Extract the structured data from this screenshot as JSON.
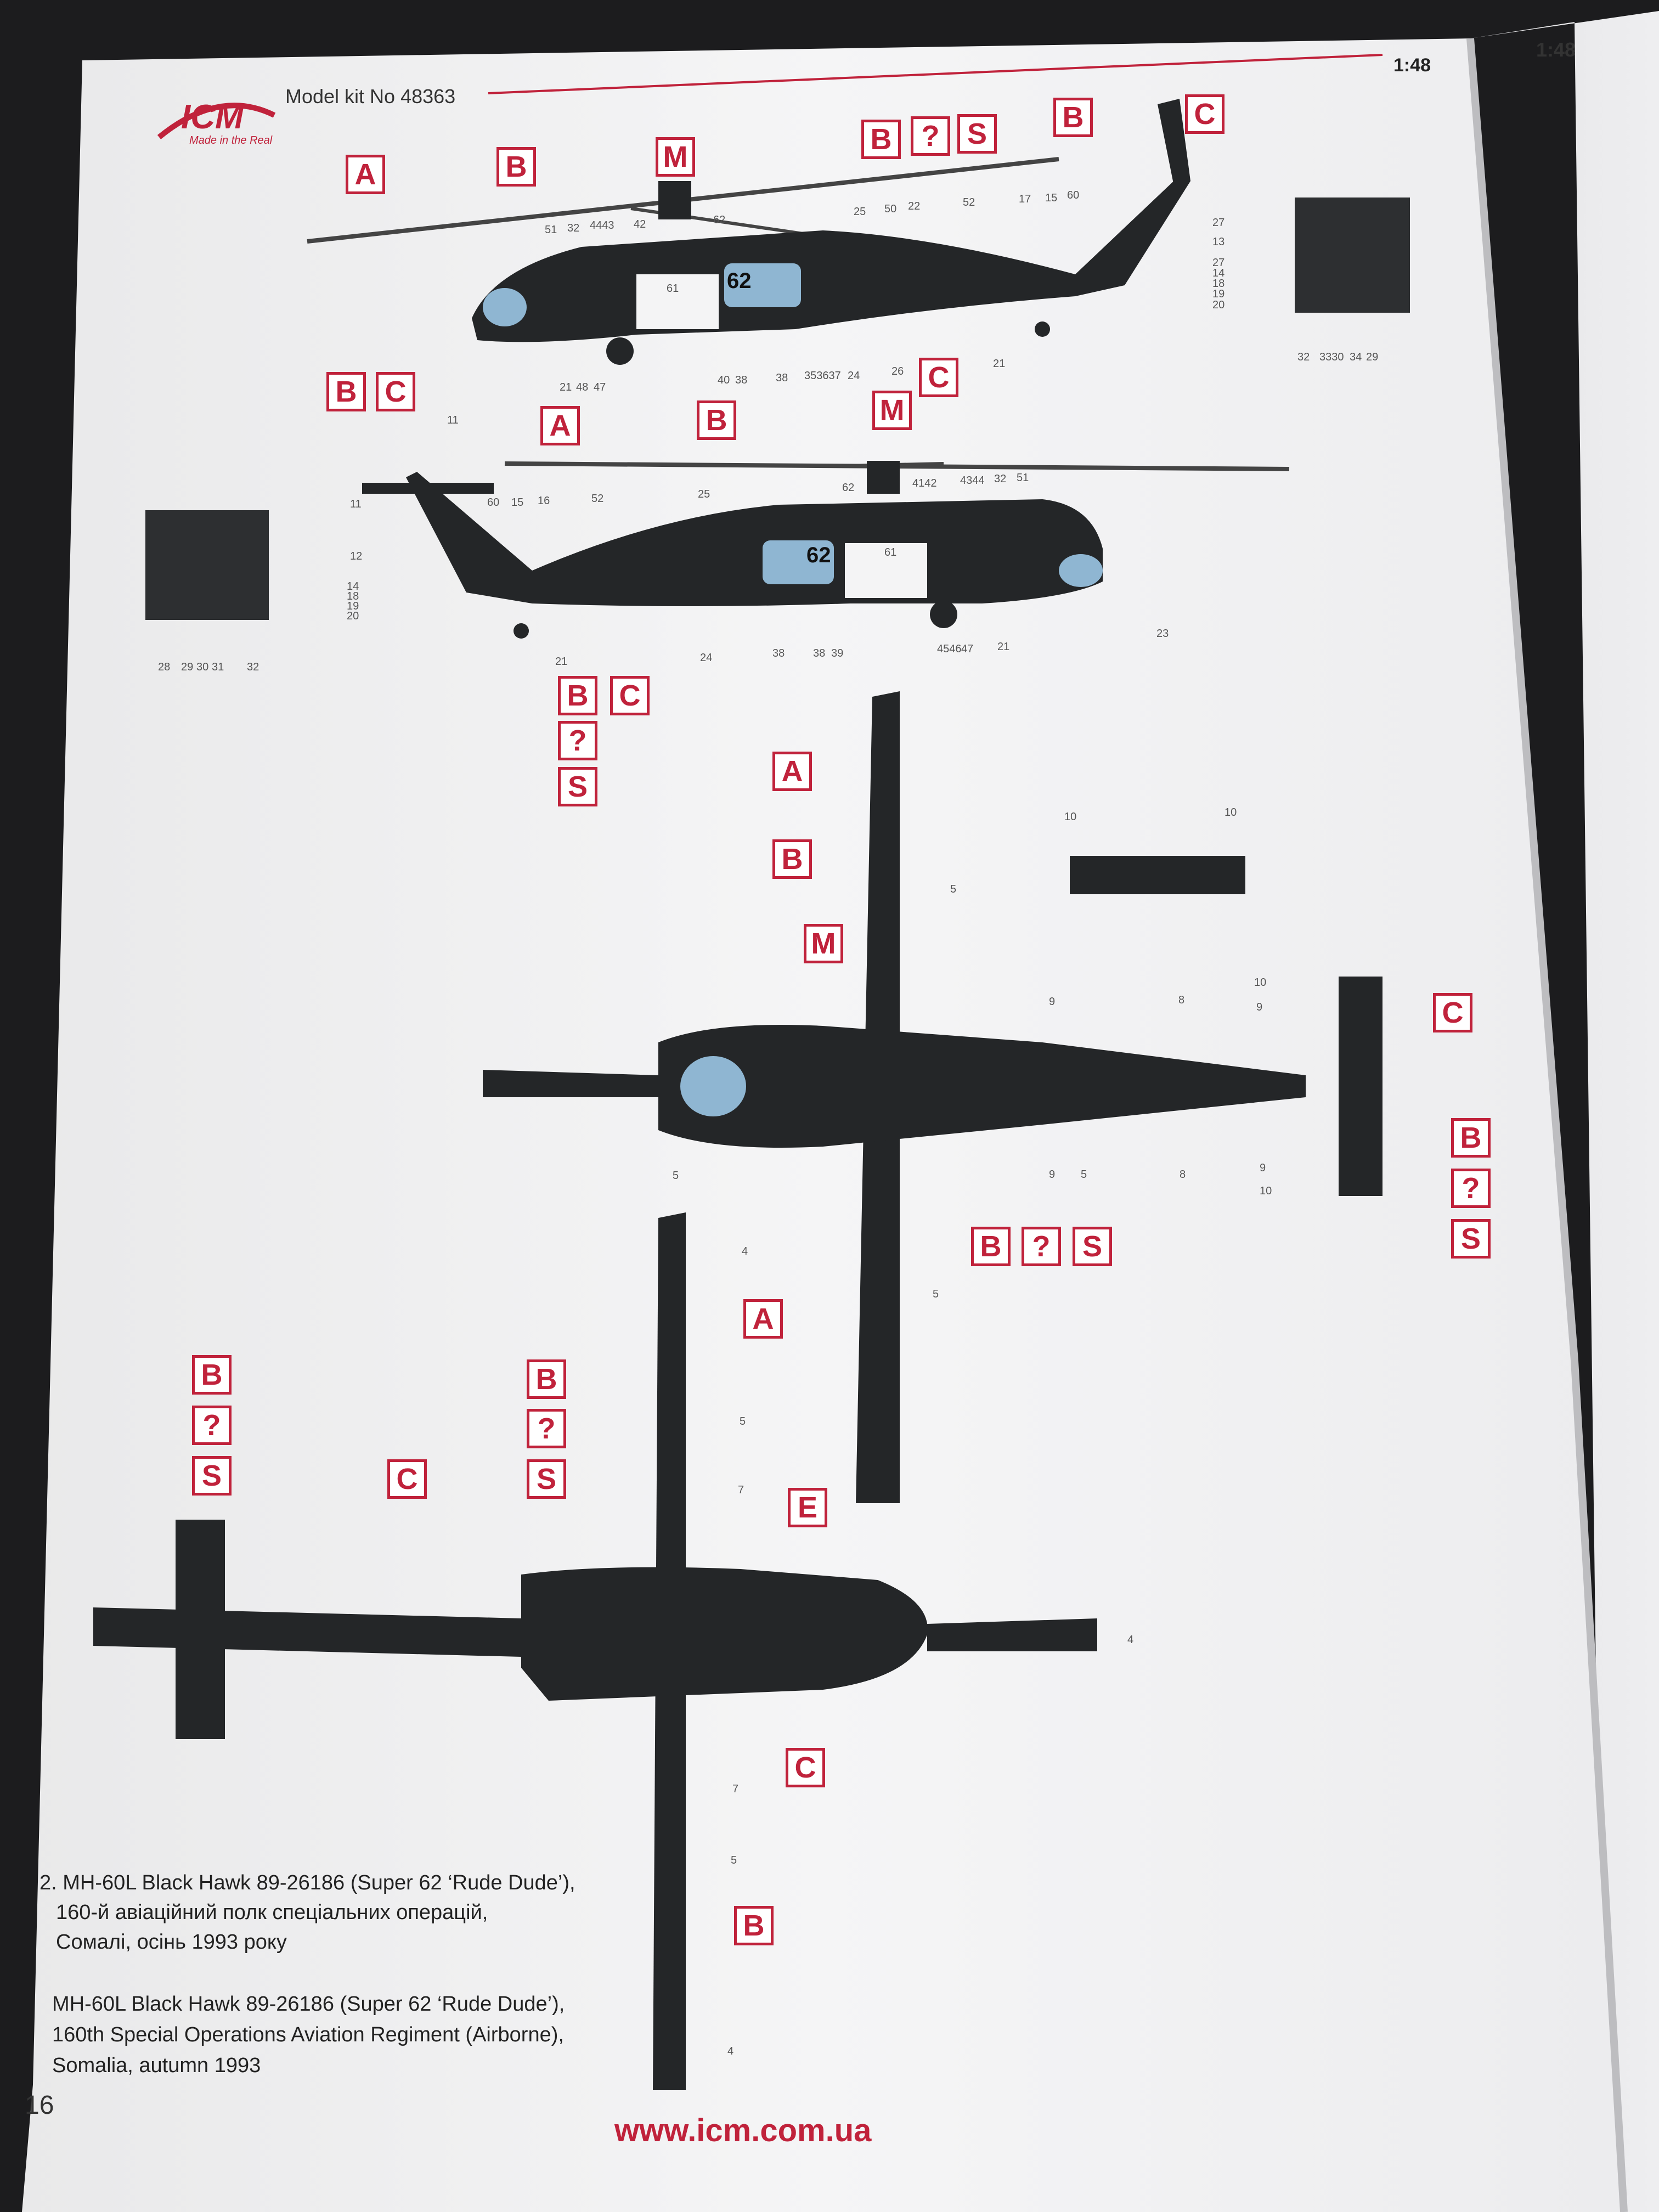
{
  "header": {
    "brand": "ICM",
    "brand_tagline": "Made in the Real",
    "kit_number": "Model kit No 48363",
    "scale": "1:48",
    "scale_right_page": "1:48"
  },
  "caption": {
    "ua": [
      "2. MH-60L Black Hawk 89-26186 (Super 62 ‘Rude Dude’),",
      "160-й авіаційний полк спеціальних операцій,",
      "Сомалі, осінь 1993 року"
    ],
    "en": [
      "MH-60L Black Hawk 89-26186 (Super 62 ‘Rude Dude’),",
      "160th Special Operations Aviation Regiment (Airborne),",
      "Somalia, autumn 1993"
    ]
  },
  "footer": {
    "page_number": "16",
    "url": "www.icm.com.ua"
  },
  "aircraft_code": "62",
  "colors": {
    "paper": "#f4f4f5",
    "accent": "#c0223b",
    "aircraft": "#242628",
    "glass": "#8fb6d2"
  },
  "paint_labels": {
    "A": "A",
    "B": "B",
    "C": "C",
    "M": "M",
    "E": "E",
    "Q": "?",
    "S": "S"
  },
  "stencil_numbers": {
    "side1_top": [
      "51",
      "32",
      "4443",
      "42",
      "62",
      "25",
      "50",
      "22",
      "52",
      "17",
      "15",
      "60"
    ],
    "side1_right": [
      "27",
      "13",
      "27",
      "14",
      "18",
      "19",
      "20"
    ],
    "side1_bottom": [
      "21",
      "48",
      "47",
      "40",
      "38",
      "38",
      "353637",
      "24",
      "26",
      "21"
    ],
    "side1_left": [
      "61"
    ],
    "inset1": [
      "32",
      "3330",
      "34",
      "29"
    ],
    "side2_top": [
      "11",
      "60",
      "15",
      "16",
      "52",
      "25",
      "62",
      "4142",
      "4344",
      "32",
      "51"
    ],
    "side2_left": [
      "11",
      "12",
      "14",
      "18",
      "19",
      "20"
    ],
    "side2_bottom": [
      "21",
      "24",
      "38",
      "38",
      "39",
      "4546",
      "47",
      "21",
      "23"
    ],
    "side2_mid": [
      "61"
    ],
    "inset2": [
      "28",
      "29",
      "30",
      "31",
      "32"
    ],
    "tailplane": [
      "10",
      "10"
    ],
    "top_view": [
      "5",
      "9",
      "8",
      "10",
      "9",
      "9",
      "10",
      "5",
      "9",
      "5",
      "8",
      "5"
    ],
    "bottom_view": [
      "4",
      "5",
      "7",
      "4",
      "7",
      "5",
      "4"
    ]
  }
}
